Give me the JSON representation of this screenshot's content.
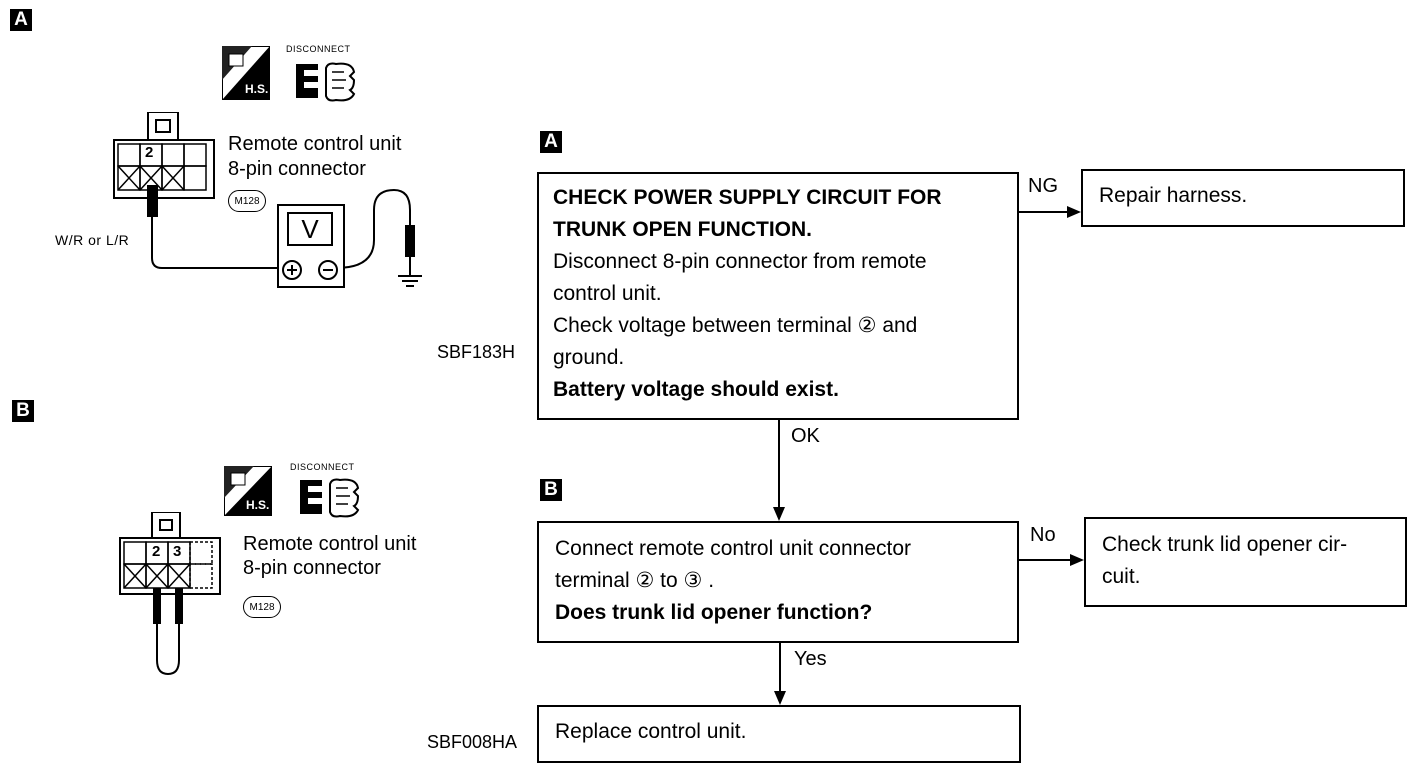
{
  "left": {
    "tag_a": "A",
    "tag_b": "B",
    "a": {
      "badge_hs": "H.S.",
      "disconnect": "DISCONNECT",
      "connector_line1": "Remote control unit",
      "connector_line2": "8-pin connector",
      "connector_code": "M128",
      "pin_label": "2",
      "wire_label": "W/R or L/R",
      "meter_symbol": "V",
      "figure_id": "SBF183H"
    },
    "b": {
      "badge_hs": "H.S.",
      "disconnect": "DISCONNECT",
      "connector_line1": "Remote control unit",
      "connector_line2": "8-pin connector",
      "connector_code": "M128",
      "pin_label_1": "2",
      "pin_label_2": "3",
      "figure_id": "SBF008HA"
    }
  },
  "flow": {
    "tag_a": "A",
    "tag_b": "B",
    "step_a": {
      "title_line1": "CHECK POWER SUPPLY CIRCUIT FOR",
      "title_line2": "TRUNK OPEN FUNCTION.",
      "line3": "Disconnect 8-pin connector from remote",
      "line4": "control unit.",
      "line5": "Check voltage between terminal ②  and",
      "line6": "ground.",
      "line7": "Battery voltage should exist."
    },
    "ng_label": "NG",
    "ng_result": "Repair harness.",
    "ok_label": "OK",
    "step_b": {
      "line1": "Connect remote control unit connector",
      "line2": "terminal ②  to ③ .",
      "line3": "Does trunk lid opener function?"
    },
    "no_label": "No",
    "no_result_line1": "Check trunk lid opener cir-",
    "no_result_line2": "cuit.",
    "yes_label": "Yes",
    "yes_result": "Replace control unit."
  }
}
